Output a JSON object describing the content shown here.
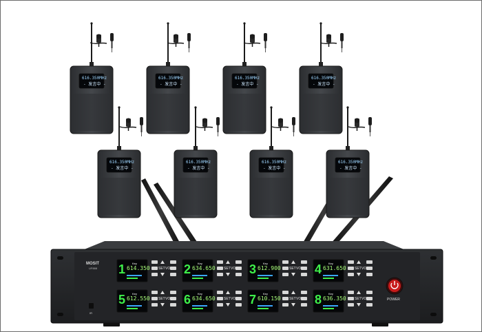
{
  "transmitters": {
    "count": 8,
    "lcd_line1": "616.350MHz",
    "lcd_line2": "- 发言中 -"
  },
  "receiver": {
    "brand": "MOSIT",
    "model": "UF888",
    "ir_label": "IR",
    "power_label": "POWER",
    "button_labels": {
      "set": "SET",
      "vol": "VOL"
    },
    "display_header": "Key",
    "channels": [
      {
        "number": "1",
        "freq": "614.350"
      },
      {
        "number": "2",
        "freq": "634.650"
      },
      {
        "number": "3",
        "freq": "612.900"
      },
      {
        "number": "4",
        "freq": "631.650"
      },
      {
        "number": "5",
        "freq": "612.550"
      },
      {
        "number": "6",
        "freq": "634.650"
      },
      {
        "number": "7",
        "freq": "610.150"
      },
      {
        "number": "8",
        "freq": "636.350"
      }
    ]
  }
}
